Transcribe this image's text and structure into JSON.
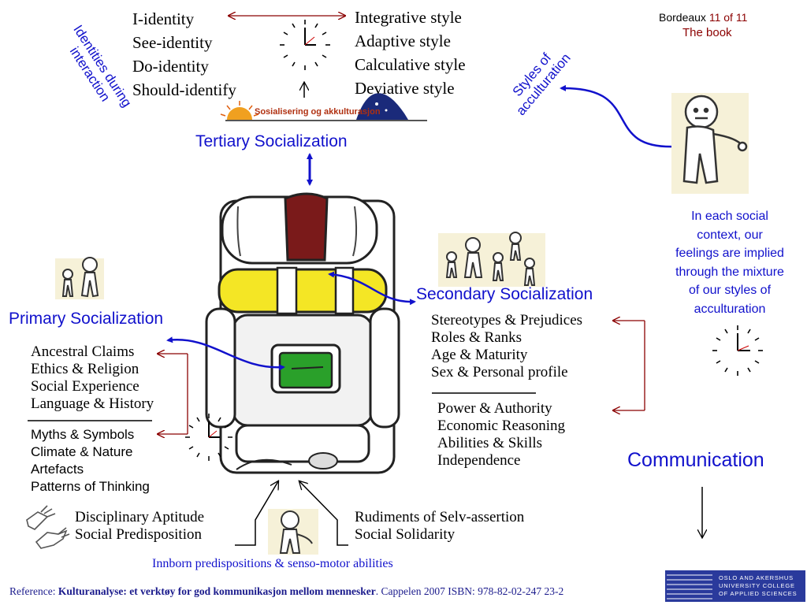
{
  "slide": {
    "page_prefix": "Bordeaux",
    "page_number": "11 of 11",
    "subtitle": "The book"
  },
  "tertiary": {
    "left_items": [
      "I-identity",
      "See-identity",
      "Do-identity",
      "Should-identify"
    ],
    "right_items": [
      "Integrative style",
      "Adaptive style",
      "Calculative style",
      "Deviative style"
    ],
    "banner_text": "Sosialisering og akkulturasjon",
    "heading": "Tertiary Socialization",
    "rotated_left": [
      "Identities during",
      "interaction"
    ],
    "rotated_right": [
      "Styles of",
      "acculturation"
    ]
  },
  "primary": {
    "heading": "Primary Socialization",
    "items_serif": [
      "Ancestral Claims",
      "Ethics & Religion",
      "Social Experience",
      "Language & History"
    ],
    "items_sans": [
      "Myths & Symbols",
      "Climate & Nature",
      "Artefacts",
      "Patterns of Thinking"
    ]
  },
  "secondary": {
    "heading": "Secondary Socialization",
    "items_a": [
      "Stereotypes & Prejudices",
      "Roles & Ranks",
      "Age & Maturity",
      "Sex & Personal profile"
    ],
    "items_b": [
      "Power & Authority",
      "Economic Reasoning",
      "Abilities & Skills",
      "Independence"
    ]
  },
  "context_note": [
    "In each social",
    "context, our",
    "feelings are implied",
    "through the mixture",
    "of our styles of",
    "acculturation"
  ],
  "communication": "Communication",
  "bottom": {
    "left_items": [
      "Disciplinary Aptitude",
      "Social Predisposition"
    ],
    "right_items": [
      "Rudiments of Selv-assertion",
      "Social Solidarity"
    ],
    "caption": "Innborn predispositions & senso-motor abilities"
  },
  "reference": {
    "label": "Reference: ",
    "title": "Kulturanalyse: et verktøy for god kommunikasjon mellom mennesker",
    "rest": ".  Cappelen 2007 ISBN: 978-82-02-247 23-2"
  },
  "logo": {
    "lines": [
      "OSLO AND AKERSHUS",
      "UNIVERSITY COLLEGE",
      "OF APPLIED SCIENCES"
    ]
  },
  "colors": {
    "link_blue": "#1111cc",
    "bracket_red": "#8b0000",
    "pack_red": "#7a1a1a",
    "pack_yellow": "#f4e625",
    "pocket_green": "#2aa02a",
    "logo_blue": "#2a3a9c"
  }
}
